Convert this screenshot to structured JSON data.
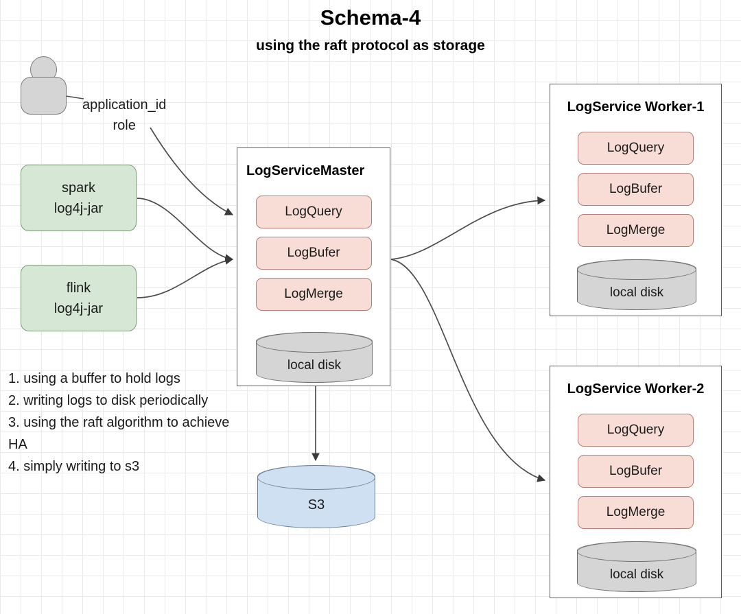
{
  "header": {
    "title": "Schema-4",
    "subtitle": "using the raft protocol as storage"
  },
  "actor": {
    "icon": "user-actor-icon",
    "annotation_line1": "application_id",
    "annotation_line2": "role"
  },
  "sources": [
    {
      "line1": "spark",
      "line2": "log4j-jar"
    },
    {
      "line1": "flink",
      "line2": "log4j-jar"
    }
  ],
  "notes": [
    "1. using a buffer to hold logs",
    "2. writing logs to disk periodically",
    "3. using the raft algorithm to achieve HA",
    "4. simply writing to s3"
  ],
  "master": {
    "title": "LogServiceMaster",
    "components": [
      "LogQuery",
      "LogBufer",
      "LogMerge"
    ],
    "disk_label": "local disk"
  },
  "workers": [
    {
      "title": "LogService Worker-1",
      "components": [
        "LogQuery",
        "LogBufer",
        "LogMerge"
      ],
      "disk_label": "local disk"
    },
    {
      "title": "LogService Worker-2",
      "components": [
        "LogQuery",
        "LogBufer",
        "LogMerge"
      ],
      "disk_label": "local disk"
    }
  ],
  "storage": {
    "s3_label": "S3"
  },
  "colors": {
    "component_fill": "#f8dcd6",
    "component_stroke": "#b07f77",
    "source_fill": "#d6e8d5",
    "source_stroke": "#7d9b78",
    "disk_fill": "#d5d5d5",
    "s3_fill": "#cfe0f2",
    "container_stroke": "#5b5b5b",
    "grid_line": "#eaeaea",
    "edge_stroke": "#4d4d4d"
  }
}
